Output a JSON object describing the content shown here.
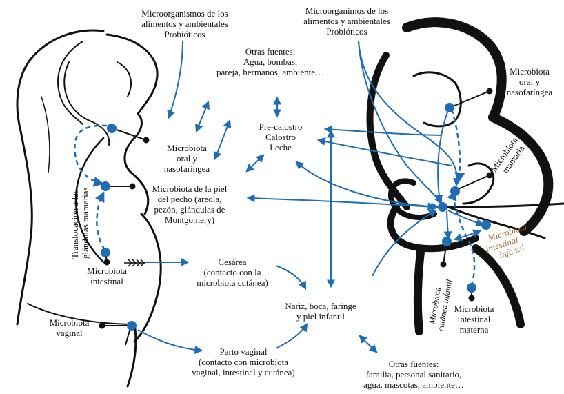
{
  "colors": {
    "arrow": "#1f6db5",
    "dot": "#1f6db5",
    "silhouette": "#111111",
    "accent_text": "#a0682e"
  },
  "labels": {
    "micro_top_left": [
      "Microorganismos de los",
      "alimentos y ambientales",
      "Probióticos"
    ],
    "micro_top_right": [
      "Microorganimos de los",
      "alimentos y ambientales",
      "Probióticos"
    ],
    "otras_top": [
      "Otras fuentes:",
      "Agua, bombas,",
      "pareja, hermanos, ambiente…"
    ],
    "precalostro": [
      "Pre-calostro",
      "Calostro",
      "Leche"
    ],
    "oral_left": [
      "Microbiota",
      "oral y",
      "nasofaríngea"
    ],
    "oral_right": [
      "Microbiota",
      "oral y",
      "nasofaríngea"
    ],
    "piel_pecho": [
      "Microbiota de la piel",
      "del pecho (areola,",
      "pezón, glándulas de",
      "Montgomery)"
    ],
    "translocacion": [
      "Translocación a las",
      "glándulas mamarias"
    ],
    "intestinal_left": [
      "Microbiota",
      "intestinal"
    ],
    "cesarea": [
      "Cesárea",
      "(contacto con la",
      "microbiota cutánea)"
    ],
    "nariz": [
      "Nariz, boca, faringe",
      "y piel infantil"
    ],
    "vaginal": [
      "Microbiota",
      "vaginal"
    ],
    "parto": [
      "Parto vaginal",
      "(contacto con microbiota",
      "vaginal, intestinal y cutánea)"
    ],
    "otras_bottom": [
      "Otras fuentes:",
      "familia, personal sanitario,",
      "agua, mascotas, ambiente…"
    ],
    "mamaria": [
      "Microbiota",
      "mamaria"
    ],
    "intestinal_infantil": [
      "Microbiota",
      "intestinal",
      "infantil"
    ],
    "cutanea_infantil": [
      "Microbiota",
      "cutánea infantil"
    ],
    "intestinal_materna": [
      "Microbiota",
      "intestinal",
      "materna"
    ]
  }
}
